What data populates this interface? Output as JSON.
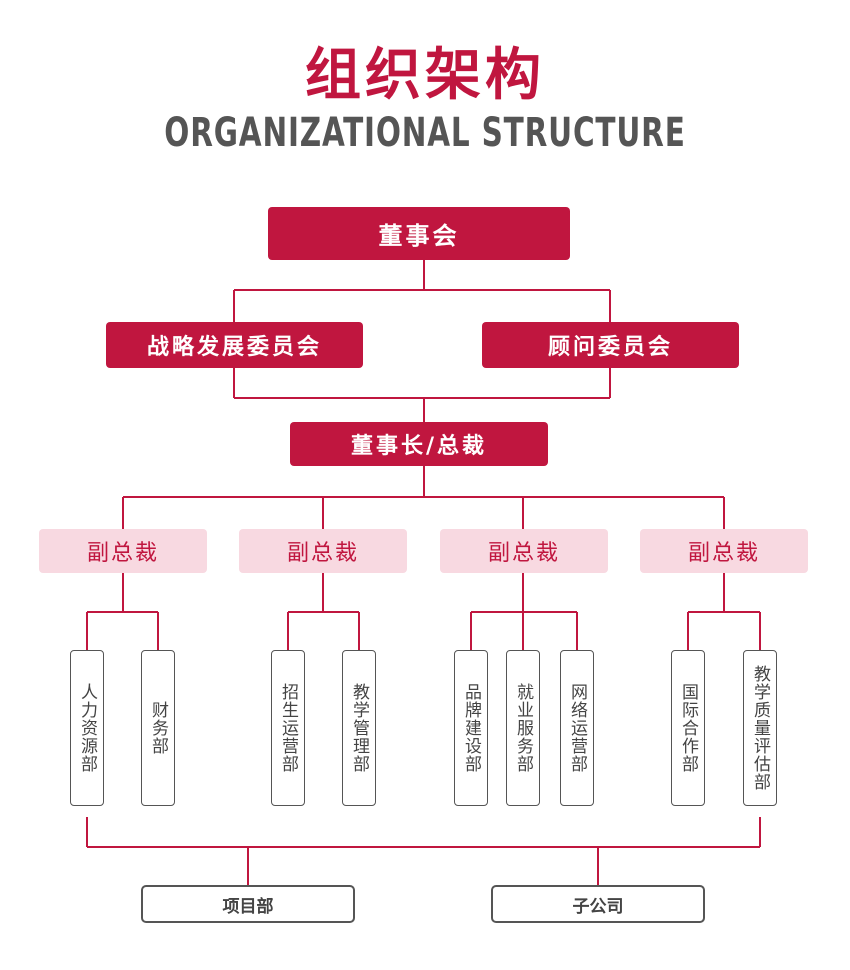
{
  "title": {
    "cn": "组织架构",
    "en": "ORGANIZATIONAL STRUCTURE"
  },
  "nodes": {
    "board": "董事会",
    "strategy_committee": "战略发展委员会",
    "advisory_committee": "顾问委员会",
    "chairman": "董事长/总裁",
    "vp1": "副总裁",
    "vp2": "副总裁",
    "vp3": "副总裁",
    "vp4": "副总裁",
    "depts": [
      "人力资源部",
      "财务部",
      "招生运营部",
      "教学管理部",
      "品牌建设部",
      "就业服务部",
      "网络运营部",
      "国际合作部",
      "教学质量评估部"
    ],
    "project_dept": "项目部",
    "subsidiary": "子公司"
  },
  "colors": {
    "accent": "#c0163f",
    "light": "#f8d9e1",
    "gray": "#555555"
  }
}
